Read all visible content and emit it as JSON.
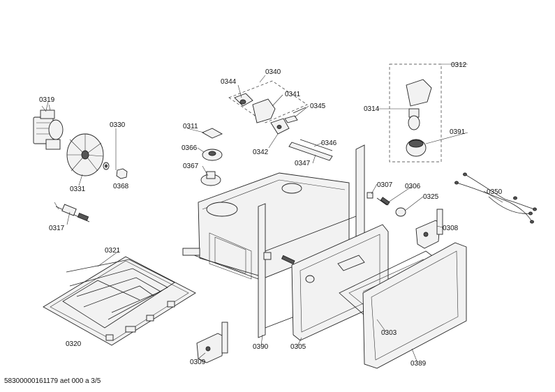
{
  "parts": [
    {
      "id": "0319",
      "label": "0319"
    },
    {
      "id": "0330",
      "label": "0330"
    },
    {
      "id": "0331",
      "label": "0331"
    },
    {
      "id": "0368",
      "label": "0368"
    },
    {
      "id": "0317",
      "label": "0317"
    },
    {
      "id": "0321",
      "label": "0321"
    },
    {
      "id": "0320",
      "label": "0320"
    },
    {
      "id": "0344",
      "label": "0344"
    },
    {
      "id": "0340",
      "label": "0340"
    },
    {
      "id": "0341",
      "label": "0341"
    },
    {
      "id": "0345",
      "label": "0345"
    },
    {
      "id": "0311",
      "label": "0311"
    },
    {
      "id": "0342",
      "label": "0342"
    },
    {
      "id": "0346",
      "label": "0346"
    },
    {
      "id": "0347",
      "label": "0347"
    },
    {
      "id": "0366",
      "label": "0366"
    },
    {
      "id": "0367",
      "label": "0367"
    },
    {
      "id": "0312",
      "label": "0312"
    },
    {
      "id": "0314",
      "label": "0314"
    },
    {
      "id": "0391",
      "label": "0391"
    },
    {
      "id": "0307",
      "label": "0307"
    },
    {
      "id": "0306",
      "label": "0306"
    },
    {
      "id": "0325",
      "label": "0325"
    },
    {
      "id": "0350",
      "label": "0350"
    },
    {
      "id": "0308",
      "label": "0308"
    },
    {
      "id": "0303",
      "label": "0303"
    },
    {
      "id": "0389",
      "label": "0389"
    },
    {
      "id": "0305",
      "label": "0305"
    },
    {
      "id": "0390",
      "label": "0390"
    },
    {
      "id": "0309",
      "label": "0309"
    }
  ],
  "footer": {
    "text": "58300000161179 aet 000 a 3/5"
  }
}
